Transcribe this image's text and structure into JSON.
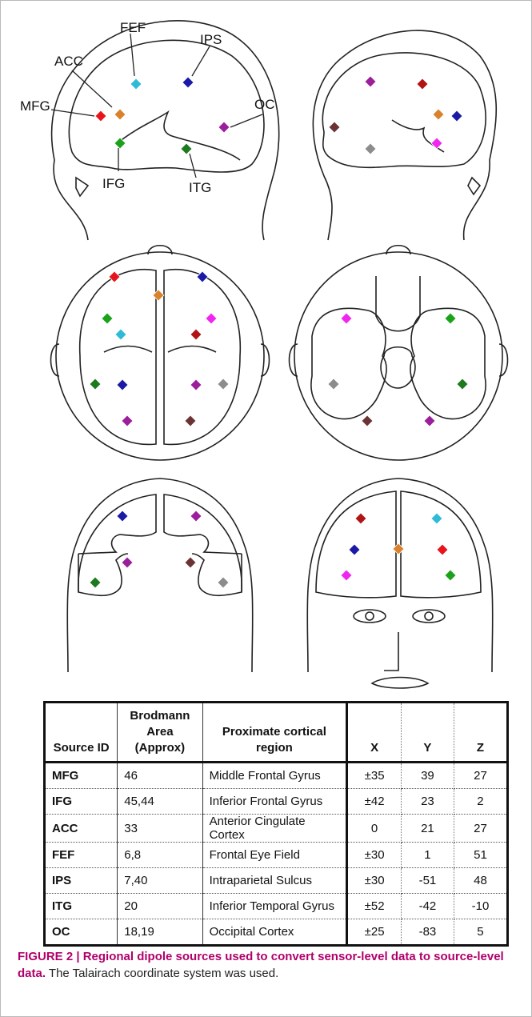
{
  "region_labels": {
    "fef": "FEF",
    "ips": "IPS",
    "acc": "ACC",
    "mfg": "MFG",
    "oc": "OC",
    "ifg": "IFG",
    "itg": "ITG"
  },
  "colors": {
    "MFG": "#e8141b",
    "IFG": "#1aa31a",
    "ACC": "#d9822b",
    "FEF": "#2dbbd6",
    "IPS": "#1a1aa6",
    "ITG": "#1e7a1e",
    "OC": "#9b1f9b",
    "brown": "#6b3334",
    "gray": "#8c8c8c",
    "magenta": "#f026f0",
    "darkred": "#b01414",
    "outline": "#222222"
  },
  "table": {
    "headers": {
      "source_id": "Source ID",
      "brodmann": "Brodmann Area (Approx)",
      "region": "Proximate cortical region",
      "x": "X",
      "y": "Y",
      "z": "Z"
    },
    "rows": [
      {
        "id": "MFG",
        "ba": "46",
        "region": "Middle Frontal Gyrus",
        "x": "±35",
        "y": "39",
        "z": "27"
      },
      {
        "id": "IFG",
        "ba": "45,44",
        "region": "Inferior Frontal Gyrus",
        "x": "±42",
        "y": "23",
        "z": "2"
      },
      {
        "id": "ACC",
        "ba": "33",
        "region": "Anterior Cingulate Cortex",
        "x": "0",
        "y": "21",
        "z": "27"
      },
      {
        "id": "FEF",
        "ba": "6,8",
        "region": "Frontal Eye Field",
        "x": "±30",
        "y": "1",
        "z": "51"
      },
      {
        "id": "IPS",
        "ba": "7,40",
        "region": "Intraparietal Sulcus",
        "x": "±30",
        "y": "-51",
        "z": "48"
      },
      {
        "id": "ITG",
        "ba": "20",
        "region": "Inferior Temporal Gyrus",
        "x": "±52",
        "y": "-42",
        "z": "-10"
      },
      {
        "id": "OC",
        "ba": "18,19",
        "region": "Occipital Cortex",
        "x": "±25",
        "y": "-83",
        "z": "5"
      }
    ]
  },
  "caption": {
    "label": "FIGURE 2 | Regional dipole sources used to convert sensor-level data to source-level data.",
    "text": " The Talairach coordinate system was used."
  }
}
